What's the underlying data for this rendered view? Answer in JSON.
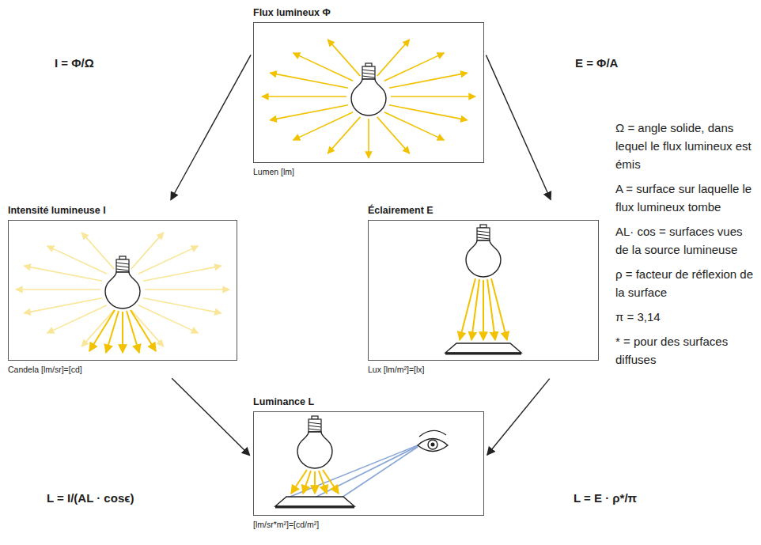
{
  "diagram": {
    "nodes": [
      {
        "text": [
          "Flux lumineux Φ",
          "Lumen [lm]"
        ]
      },
      {
        "text": [
          "Intensité lumineuse I",
          "Candela [lm/sr]=[cd]"
        ]
      },
      {
        "text": [
          "Éclairement E",
          "Lux [lm/m²]=[lx]"
        ]
      },
      {
        "text": [
          "Luminance L",
          "[lm/sr*m²]=[cd/m²]"
        ]
      }
    ],
    "edges": [
      {
        "from": 0,
        "to": 1,
        "arrow": "to",
        "label": "I = Φ/Ω"
      },
      {
        "from": 0,
        "to": 2,
        "arrow": "to",
        "label": "E = Φ/A"
      },
      {
        "from": 1,
        "to": 3,
        "arrow": "to",
        "label": "L = I/(AL · cosϵ)"
      },
      {
        "from": 2,
        "to": 3,
        "arrow": "to",
        "label": "L = E · ρ*/π"
      }
    ],
    "labels": [
      "Ω = angle solide, dans lequel le flux lumineux est émis",
      "A = surface sur laquelle le flux lumineux tombe",
      "AL· cos = surfaces vues de la source lumineuse",
      "ρ = facteur de réflexion de la surface",
      "π = 3,14",
      "* = pour des surfaces diffuses"
    ]
  }
}
